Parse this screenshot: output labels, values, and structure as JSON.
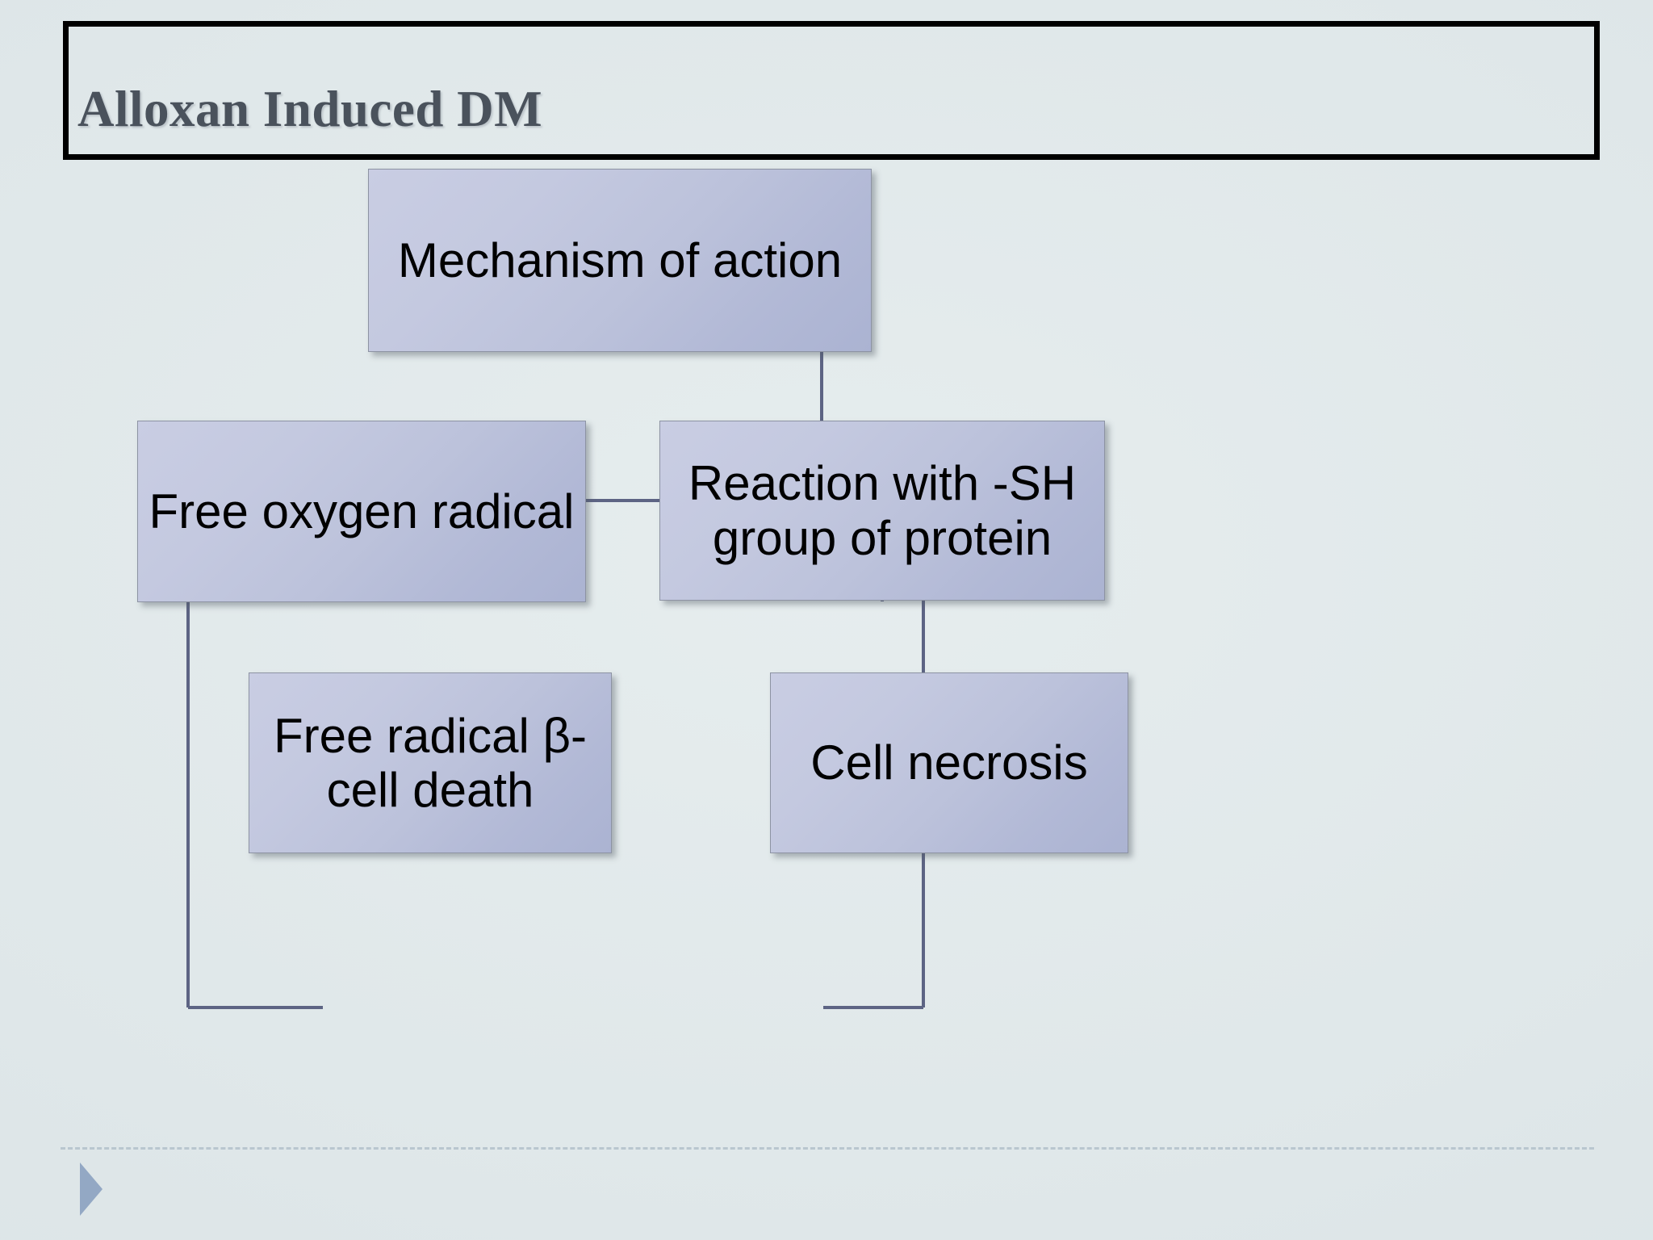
{
  "slide": {
    "background_color": "#e0e8ea",
    "title": "Alloxan Induced DM",
    "title_color": "#4a525c"
  },
  "diagram": {
    "accent_box_fill_start": "#c9cde3",
    "accent_box_fill_end": "#abb3d2",
    "box_border_color": "#8d93a3",
    "connector_color": "#5d6484",
    "nodes": [
      {
        "id": "mechanism",
        "label": "Mechanism of action"
      },
      {
        "id": "free-oxygen-radical",
        "label": "Free oxygen radical"
      },
      {
        "id": "reaction-sh-group",
        "label": "Reaction with -SH group of protein"
      },
      {
        "id": "free-radical-cell-death",
        "label": "Free radical β-cell death"
      },
      {
        "id": "cell-necrosis",
        "label": "Cell necrosis"
      }
    ],
    "edges": [
      {
        "from": "mechanism",
        "to": "free-oxygen-radical"
      },
      {
        "from": "mechanism",
        "to": "reaction-sh-group"
      },
      {
        "from": "free-oxygen-radical",
        "to": "free-radical-cell-death"
      },
      {
        "from": "reaction-sh-group",
        "to": "cell-necrosis"
      }
    ]
  },
  "footer": {
    "rule_color": "#b9c6cf",
    "triangle_color": "#93a8c4",
    "triangle_icon": "play-triangle-icon"
  }
}
